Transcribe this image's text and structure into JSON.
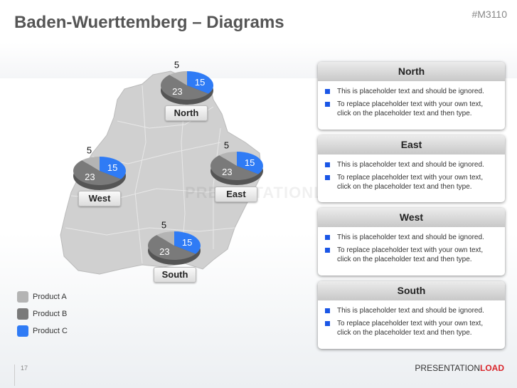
{
  "title": "Baden-Wuerttemberg – Diagrams",
  "code": "#M3110",
  "watermark": "PRESENTATIONLOAD",
  "colors": {
    "product_a": "#b4b4b4",
    "product_b": "#7a7a7a",
    "product_c": "#2f7bf5"
  },
  "regions": [
    {
      "name": "North",
      "values": {
        "a": 5,
        "b": 23,
        "c": 15
      }
    },
    {
      "name": "West",
      "values": {
        "a": 5,
        "b": 23,
        "c": 15
      }
    },
    {
      "name": "East",
      "values": {
        "a": 5,
        "b": 23,
        "c": 15
      }
    },
    {
      "name": "South",
      "values": {
        "a": 5,
        "b": 23,
        "c": 15
      }
    }
  ],
  "legend": [
    "Product A",
    "Product B",
    "Product C"
  ],
  "boxes": [
    {
      "title": "North",
      "bullets": [
        "This is placeholder text and should be ignored.",
        "To replace placeholder text with your own text, click on the placeholder text and then type."
      ]
    },
    {
      "title": "East",
      "bullets": [
        "This is placeholder text and should be ignored.",
        "To replace placeholder text with your own text, click on the placeholder text and then type."
      ]
    },
    {
      "title": "West",
      "bullets": [
        "This is placeholder text and should be ignored.",
        "To replace placeholder text with your own text, click on the placeholder text and then type."
      ]
    },
    {
      "title": "South",
      "bullets": [
        "This is placeholder text and should be ignored.",
        "To replace placeholder text with your own text, click on the placeholder text and then type."
      ]
    }
  ],
  "page_number": "17",
  "brand": {
    "part1": "PRESENTATION",
    "part2": "LOAD"
  }
}
